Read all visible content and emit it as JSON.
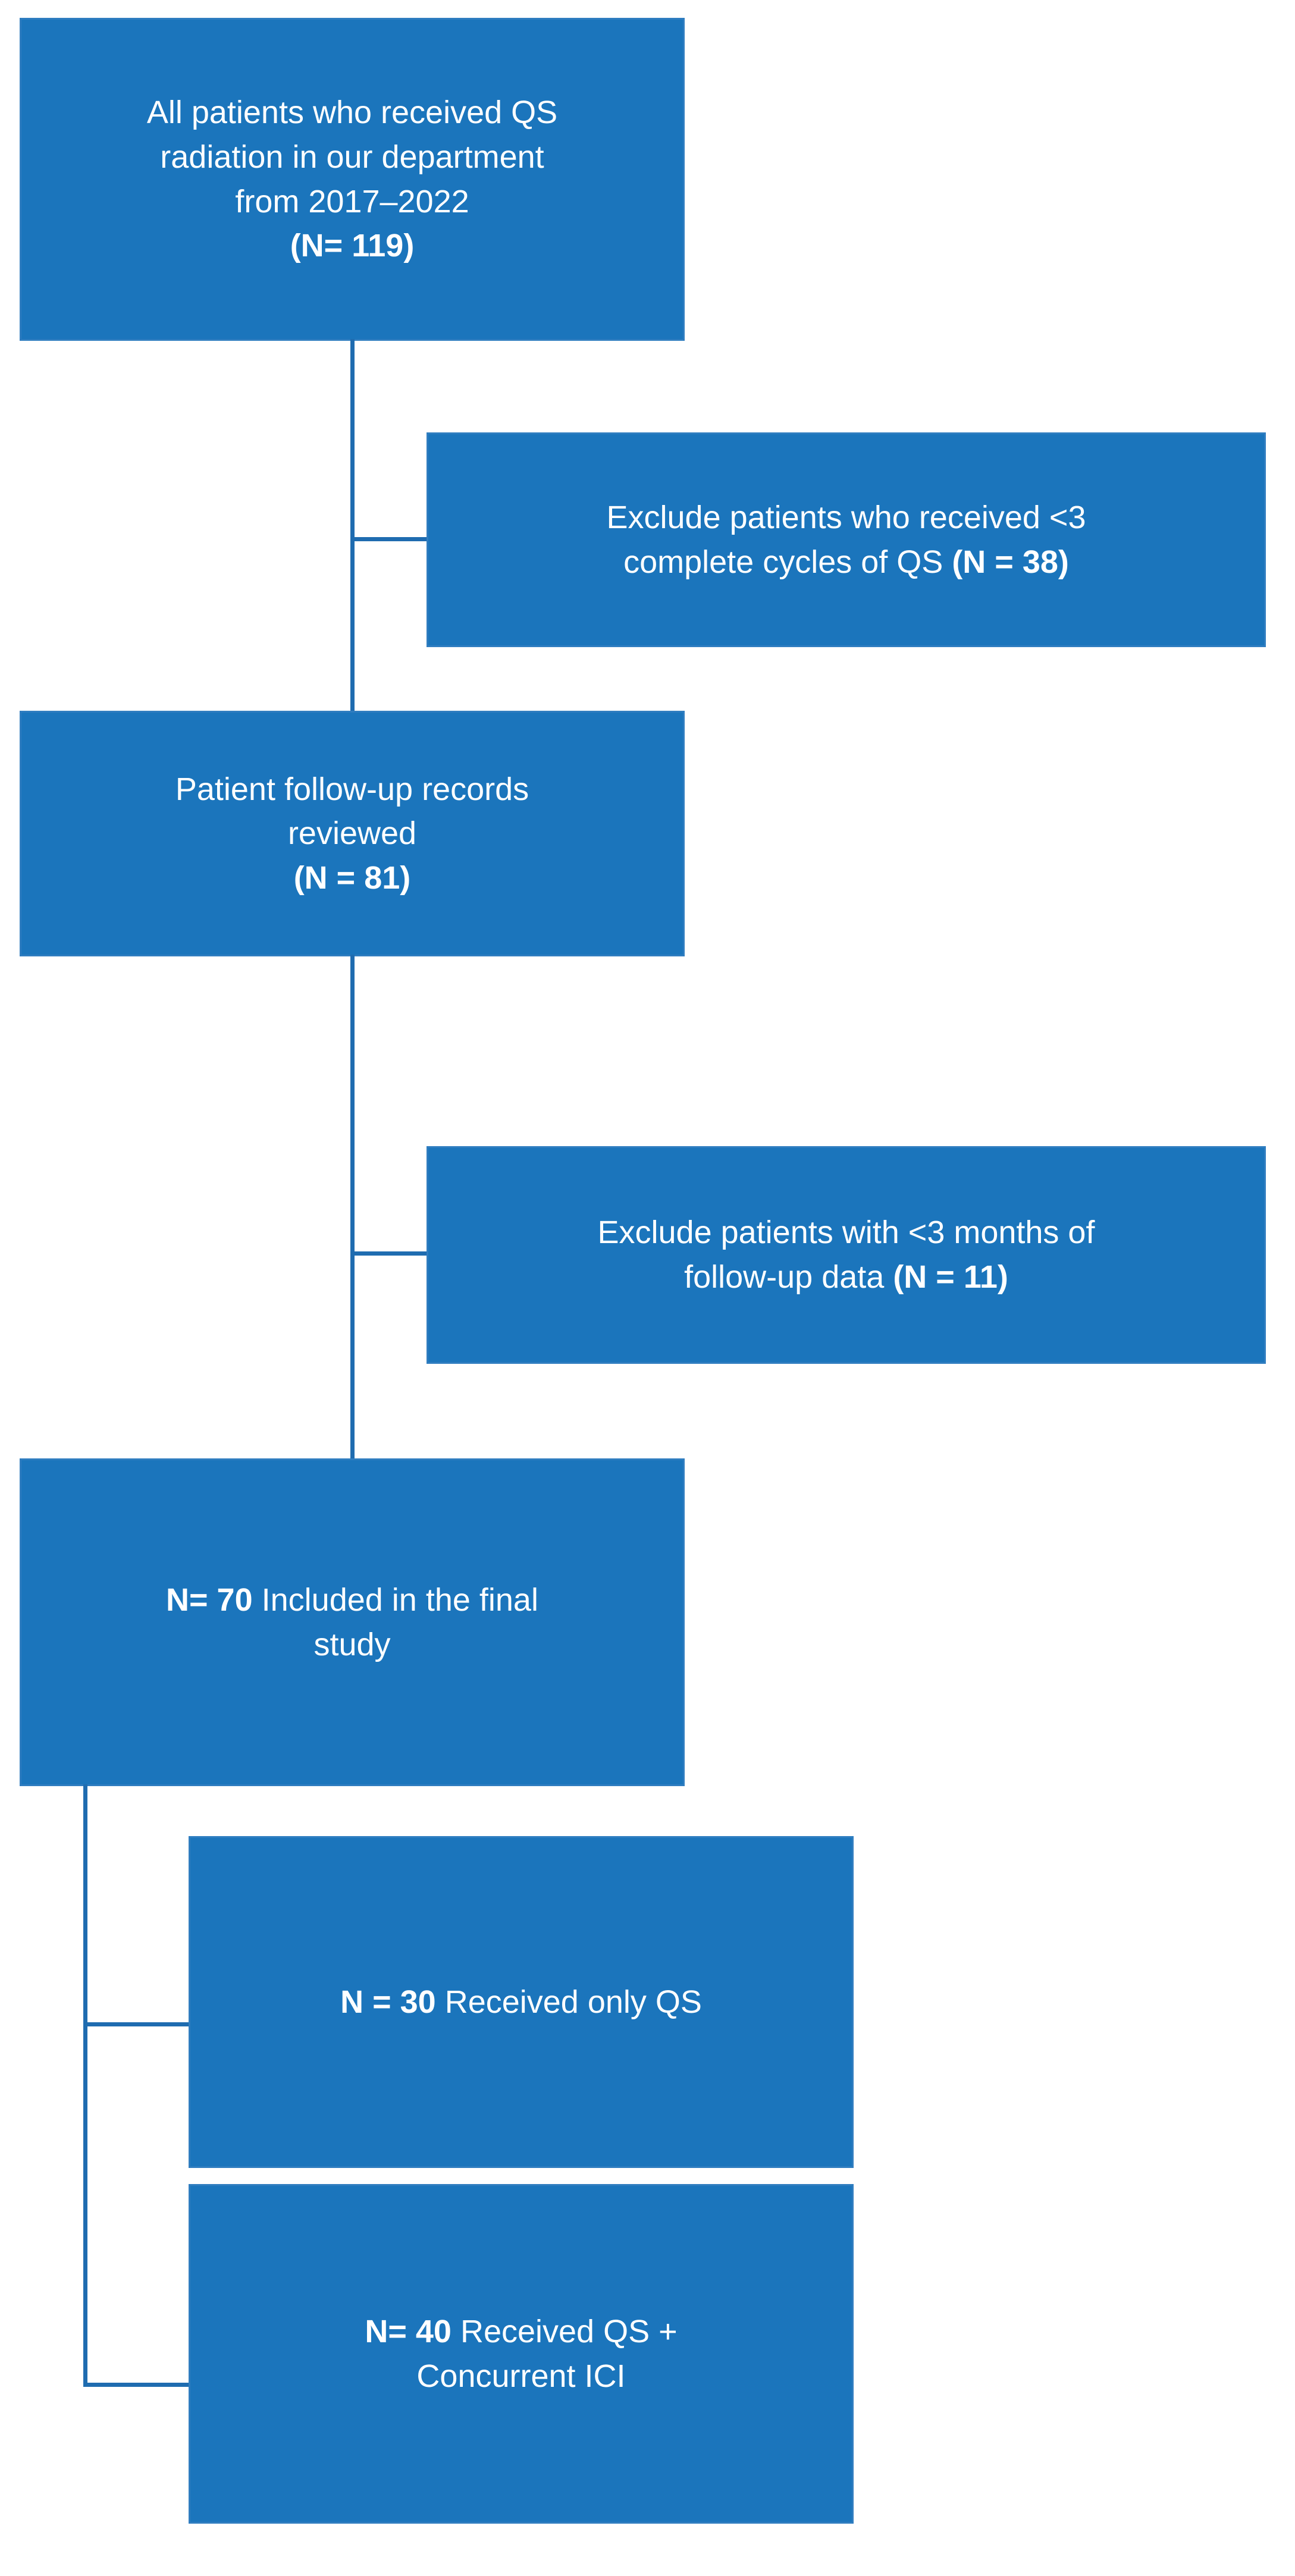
{
  "diagram": {
    "type": "patient-selection-flowchart",
    "accent_color": "#1b75bc",
    "line_color": "#1f6cb0",
    "text_color": "#ffffff",
    "background_color": "#ffffff",
    "nodes": [
      {
        "id": "enrolled",
        "role": "inclusion",
        "line1": "All patients who received QS",
        "line2": "radiation in our department",
        "line3": "from 2017–2022",
        "count_label": "(N= 119)",
        "count": 119
      },
      {
        "id": "exclude-cycles",
        "role": "exclusion",
        "line1": "Exclude patients who received <3",
        "line2_prefix": "complete cycles of QS ",
        "count_label": "(N = 38)",
        "count": 38
      },
      {
        "id": "records-reviewed",
        "role": "inclusion",
        "line1": "Patient follow-up records",
        "line2": "reviewed",
        "count_label": "(N = 81)",
        "count": 81
      },
      {
        "id": "exclude-followup",
        "role": "exclusion",
        "line1": "Exclude patients with <3 months of",
        "line2_prefix": "follow-up data ",
        "count_label": "(N = 11)",
        "count": 11
      },
      {
        "id": "final-study",
        "role": "inclusion",
        "count_label": "N= 70",
        "count": 70,
        "line1_suffix": " Included in the final",
        "line2": "study"
      },
      {
        "id": "arm-qs-only",
        "role": "arm",
        "count_label": "N = 30",
        "count": 30,
        "line1_suffix": " Received  only QS"
      },
      {
        "id": "arm-qs-ici",
        "role": "arm",
        "count_label": "N= 40",
        "count": 40,
        "line1_suffix": " Received  QS +",
        "line2": "Concurrent ICI"
      }
    ]
  }
}
